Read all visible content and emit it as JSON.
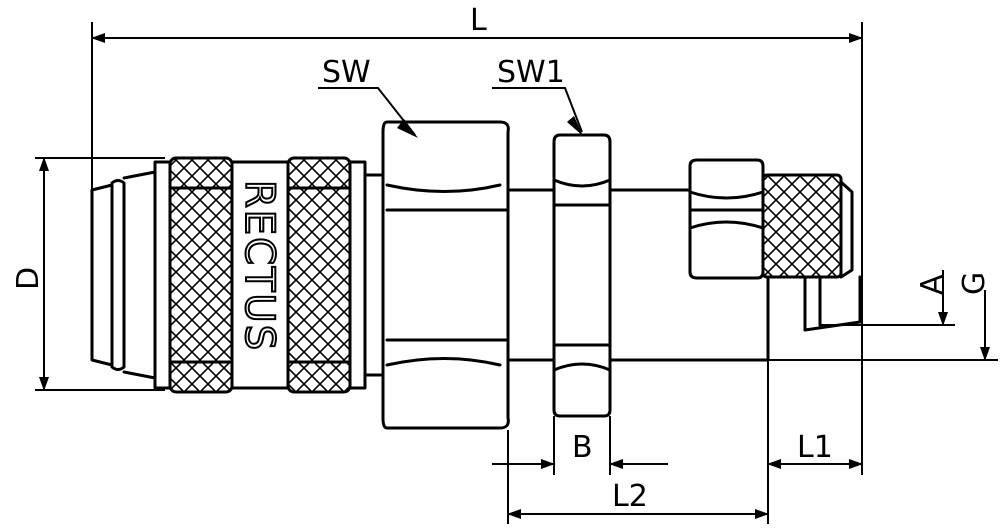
{
  "drawing": {
    "brand": "RECTUS",
    "dimensions": {
      "L": "L",
      "SW": "SW",
      "SW1": "SW1",
      "D": "D",
      "A": "A",
      "G": "G",
      "B": "B",
      "L1": "L1",
      "L2": "L2"
    }
  }
}
